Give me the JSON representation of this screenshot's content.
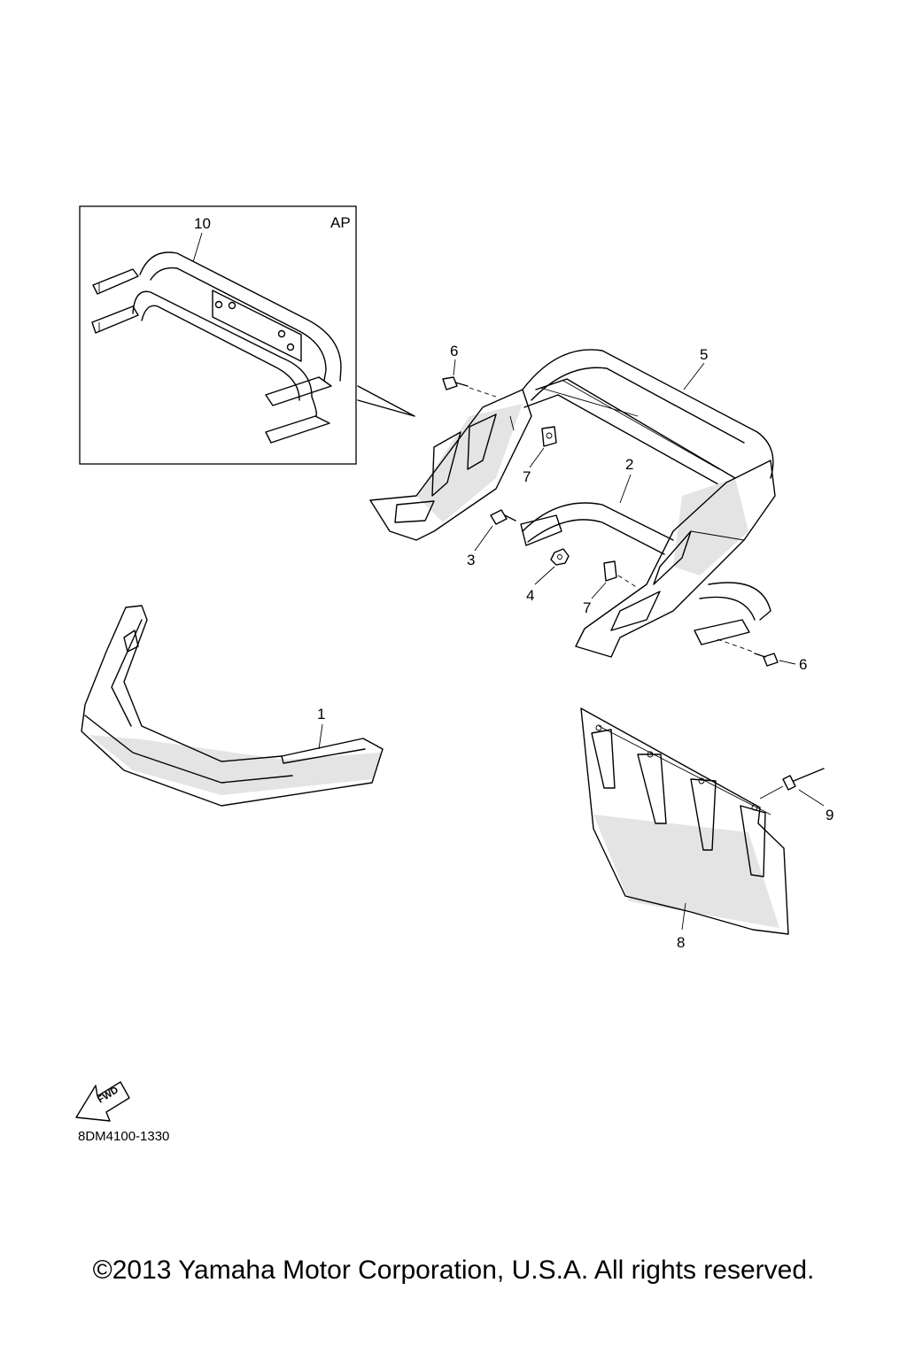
{
  "inset": {
    "variant_label": "AP",
    "part_number": "10"
  },
  "callouts": {
    "p1": "1",
    "p2": "2",
    "p3": "3",
    "p4": "4",
    "p5": "5",
    "p6a": "6",
    "p6b": "6",
    "p7a": "7",
    "p7b": "7",
    "p8": "8",
    "p9": "9"
  },
  "fwd_arrow": {
    "label": "FWD"
  },
  "diagram_code": "8DM4100-1330",
  "copyright": "©2013 Yamaha Motor Corporation, U.S.A. All rights reserved."
}
